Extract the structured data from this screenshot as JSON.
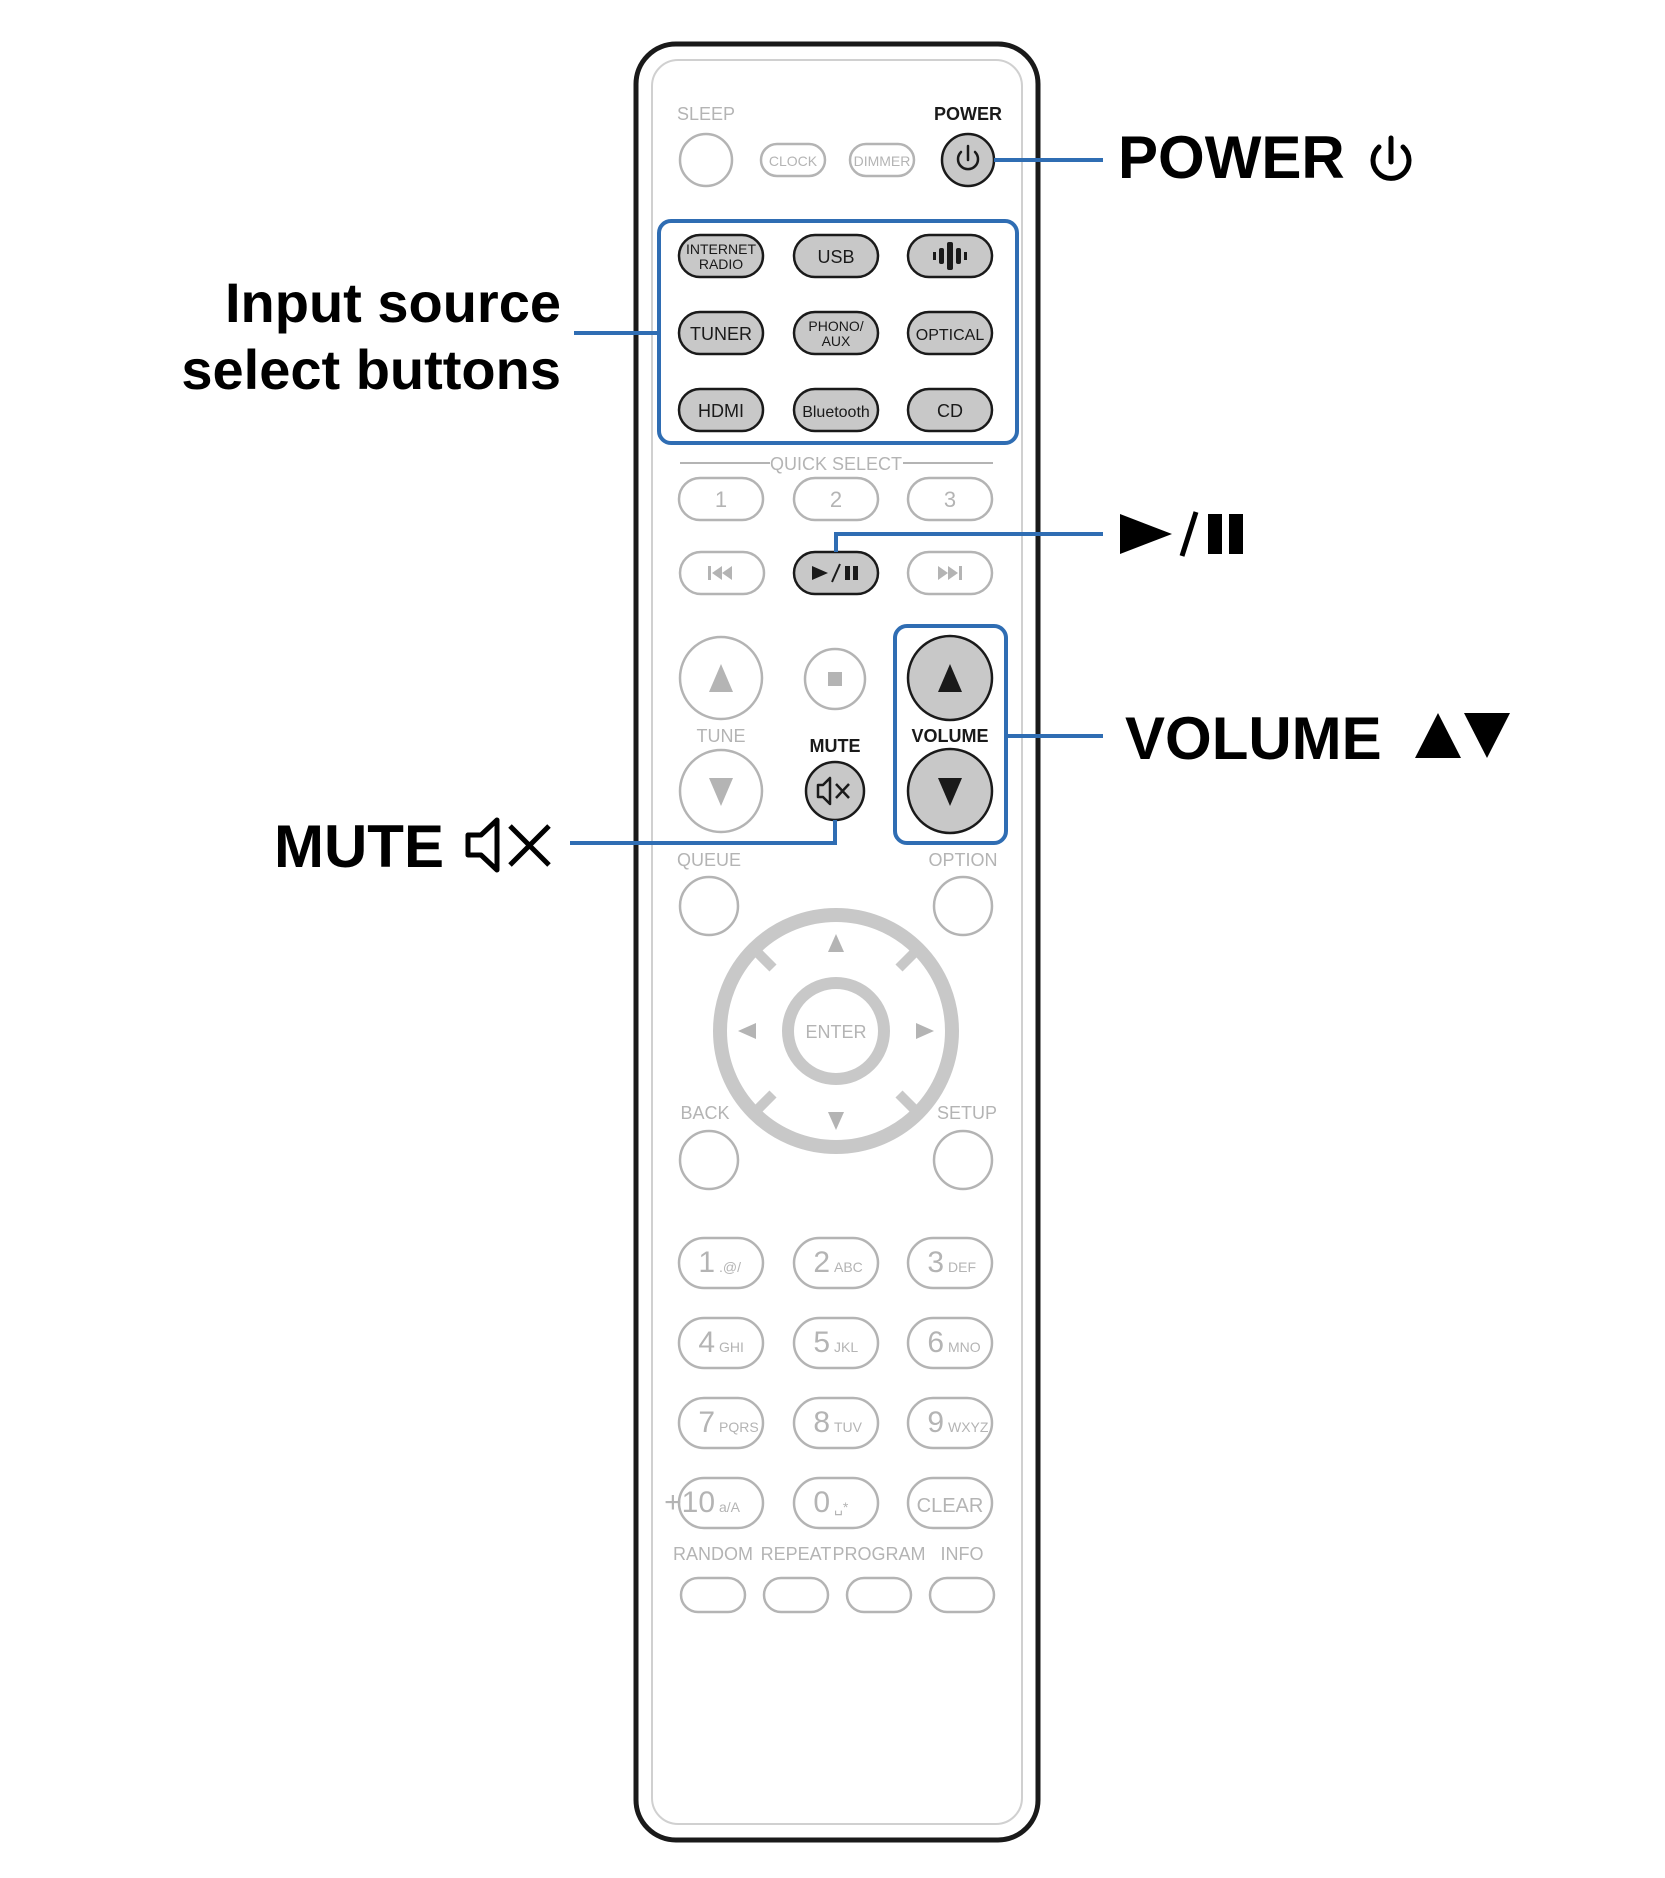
{
  "remote": {
    "top": {
      "sleep": "SLEEP",
      "power": "POWER",
      "clock": "CLOCK",
      "dimmer": "DIMMER"
    },
    "sources": [
      [
        "INTERNET|RADIO",
        "USB",
        ""
      ],
      [
        "TUNER",
        "PHONO/|AUX",
        "OPTICAL"
      ],
      [
        "HDMI",
        "Bluetooth",
        "CD"
      ]
    ],
    "quick_select": {
      "label": "QUICK SELECT",
      "buttons": [
        "1",
        "2",
        "3"
      ]
    },
    "tune_label": "TUNE",
    "mute_label": "MUTE",
    "volume_label": "VOLUME",
    "queue_label": "QUEUE",
    "option_label": "OPTION",
    "enter_label": "ENTER",
    "back_label": "BACK",
    "setup_label": "SETUP",
    "keypad": [
      [
        {
          "n": "1",
          "s": ".@/"
        },
        {
          "n": "2",
          "s": "ABC"
        },
        {
          "n": "3",
          "s": "DEF"
        }
      ],
      [
        {
          "n": "4",
          "s": "GHI"
        },
        {
          "n": "5",
          "s": "JKL"
        },
        {
          "n": "6",
          "s": "MNO"
        }
      ],
      [
        {
          "n": "7",
          "s": "PQRS"
        },
        {
          "n": "8",
          "s": "TUV"
        },
        {
          "n": "9",
          "s": "WXYZ"
        }
      ],
      [
        {
          "n": "+10",
          "s": "a/A"
        },
        {
          "n": "0",
          "s": "␣*"
        },
        {
          "n": "CLEAR",
          "s": ""
        }
      ]
    ],
    "bottom_labels": [
      "RANDOM",
      "REPEAT",
      "PROGRAM",
      "INFO"
    ]
  },
  "callouts": {
    "power": "POWER",
    "input_line1": "Input source",
    "input_line2": "select buttons",
    "play_pause": "►/❚❚",
    "volume": "VOLUME",
    "mute": "MUTE"
  },
  "colors": {
    "callout": "#2f6db3",
    "active_button": "#c8c8c8",
    "faded": "#b4b4b4",
    "outline": "#1a1a1a"
  }
}
